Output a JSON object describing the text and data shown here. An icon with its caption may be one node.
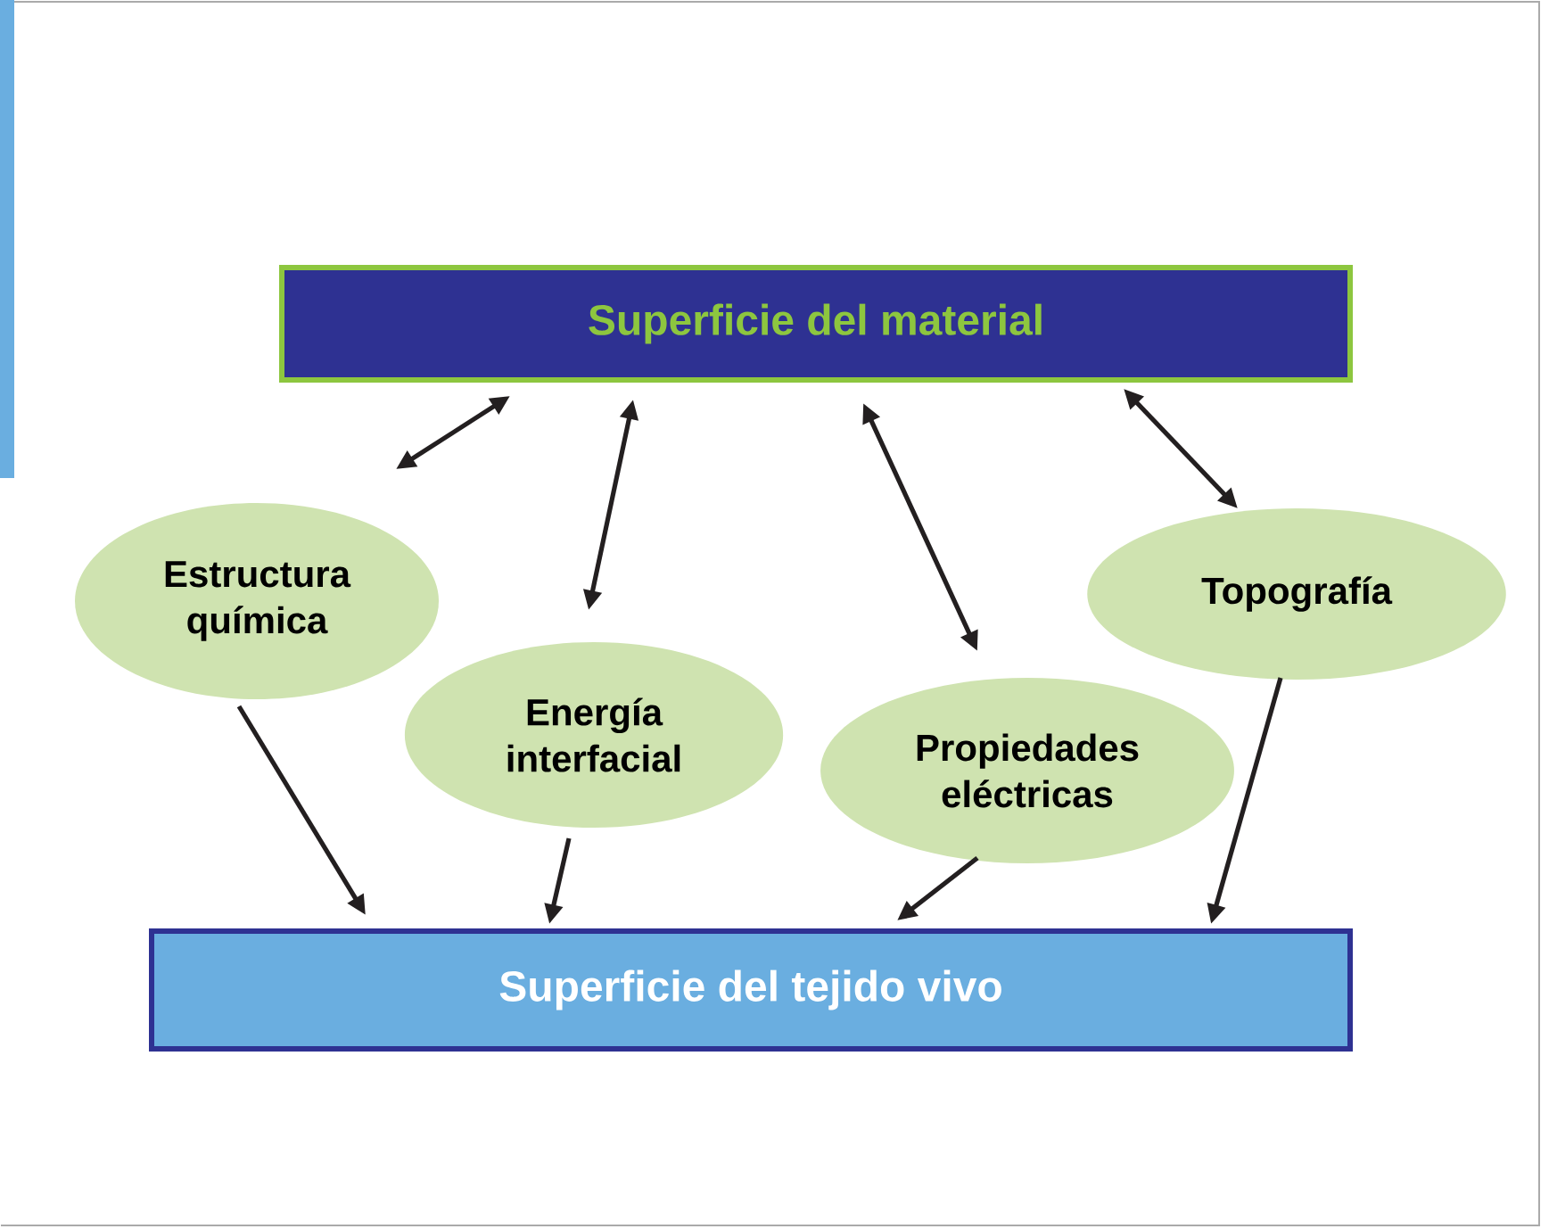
{
  "diagram": {
    "nodes": [
      {
        "text": [
          "Superficie del material"
        ]
      },
      {
        "text": [
          "Estructura química"
        ]
      },
      {
        "text": [
          "Energía interfacial"
        ]
      },
      {
        "text": [
          "Propiedades eléctricas"
        ]
      },
      {
        "text": [
          "Topografía"
        ]
      },
      {
        "text": [
          "Superficie del tejido vivo"
        ]
      }
    ],
    "edges": [
      {
        "from": 0,
        "to": 1,
        "arrow": "both"
      },
      {
        "from": 0,
        "to": 2,
        "arrow": "both"
      },
      {
        "from": 0,
        "to": 3,
        "arrow": "both"
      },
      {
        "from": 0,
        "to": 4,
        "arrow": "both"
      },
      {
        "from": 1,
        "to": 5,
        "arrow": "to"
      },
      {
        "from": 2,
        "to": 5,
        "arrow": "to"
      },
      {
        "from": 3,
        "to": 5,
        "arrow": "to"
      },
      {
        "from": 4,
        "to": 5,
        "arrow": "to"
      }
    ]
  }
}
